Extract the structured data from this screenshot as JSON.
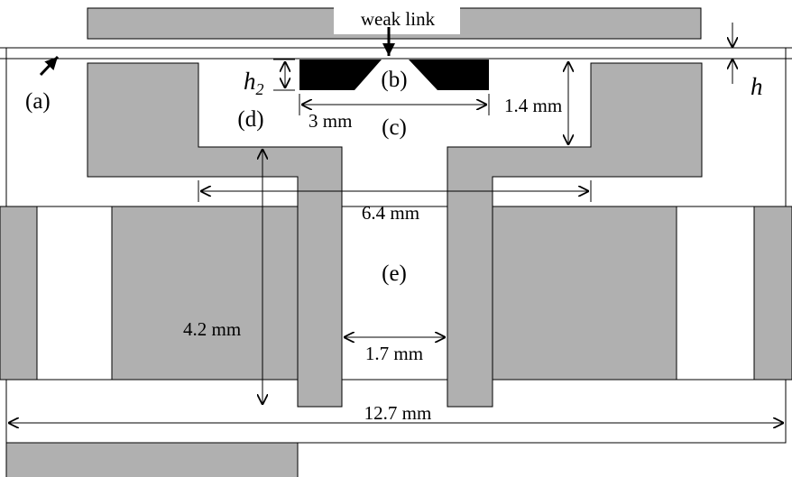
{
  "labels": {
    "weak_link": "weak link",
    "a": "(a)",
    "b": "(b)",
    "c": "(c)",
    "d": "(d)",
    "e": "(e)",
    "h": "h",
    "h2_base": "h",
    "h2_sub": "2"
  },
  "dimensions": {
    "width_3mm": "3 mm",
    "height_1_4mm": "1.4 mm",
    "width_6_4mm": "6.4 mm",
    "height_4_2mm": "4.2 mm",
    "gap_1_7mm": "1.7 mm",
    "width_12_7mm": "12.7 mm"
  },
  "colors": {
    "gray": "#b0b0b0",
    "black": "#000000",
    "white": "#ffffff"
  }
}
